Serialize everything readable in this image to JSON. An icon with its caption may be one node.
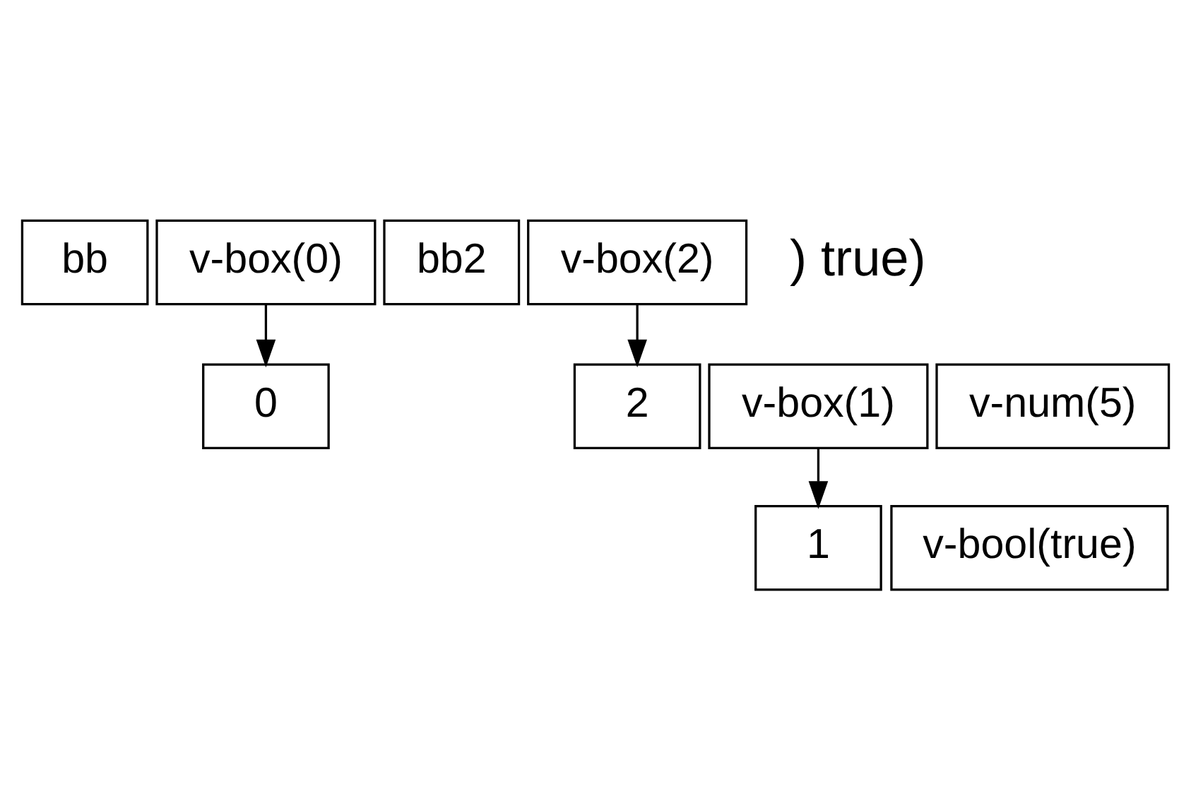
{
  "diagram": {
    "nodes": [
      {
        "text": [
          "bb"
        ]
      },
      {
        "text": [
          "v-box(0)"
        ]
      },
      {
        "text": [
          "bb2"
        ]
      },
      {
        "text": [
          "v-box(2)"
        ]
      },
      {
        "text": [
          "0"
        ]
      },
      {
        "text": [
          "v-box(1)"
        ]
      },
      {
        "text": [
          "1"
        ]
      },
      {
        "text": [
          "v-bool(true)"
        ]
      },
      {
        "text": [
          "2"
        ]
      },
      {
        "text": [
          "v-num(5)"
        ]
      }
    ],
    "edges": [
      {
        "from": 1,
        "to": 4,
        "arrow": "to"
      },
      {
        "from": 5,
        "to": 6,
        "arrow": "to"
      },
      {
        "from": 3,
        "to": 8,
        "arrow": "to"
      }
    ],
    "labels": [
      ") true)"
    ]
  }
}
